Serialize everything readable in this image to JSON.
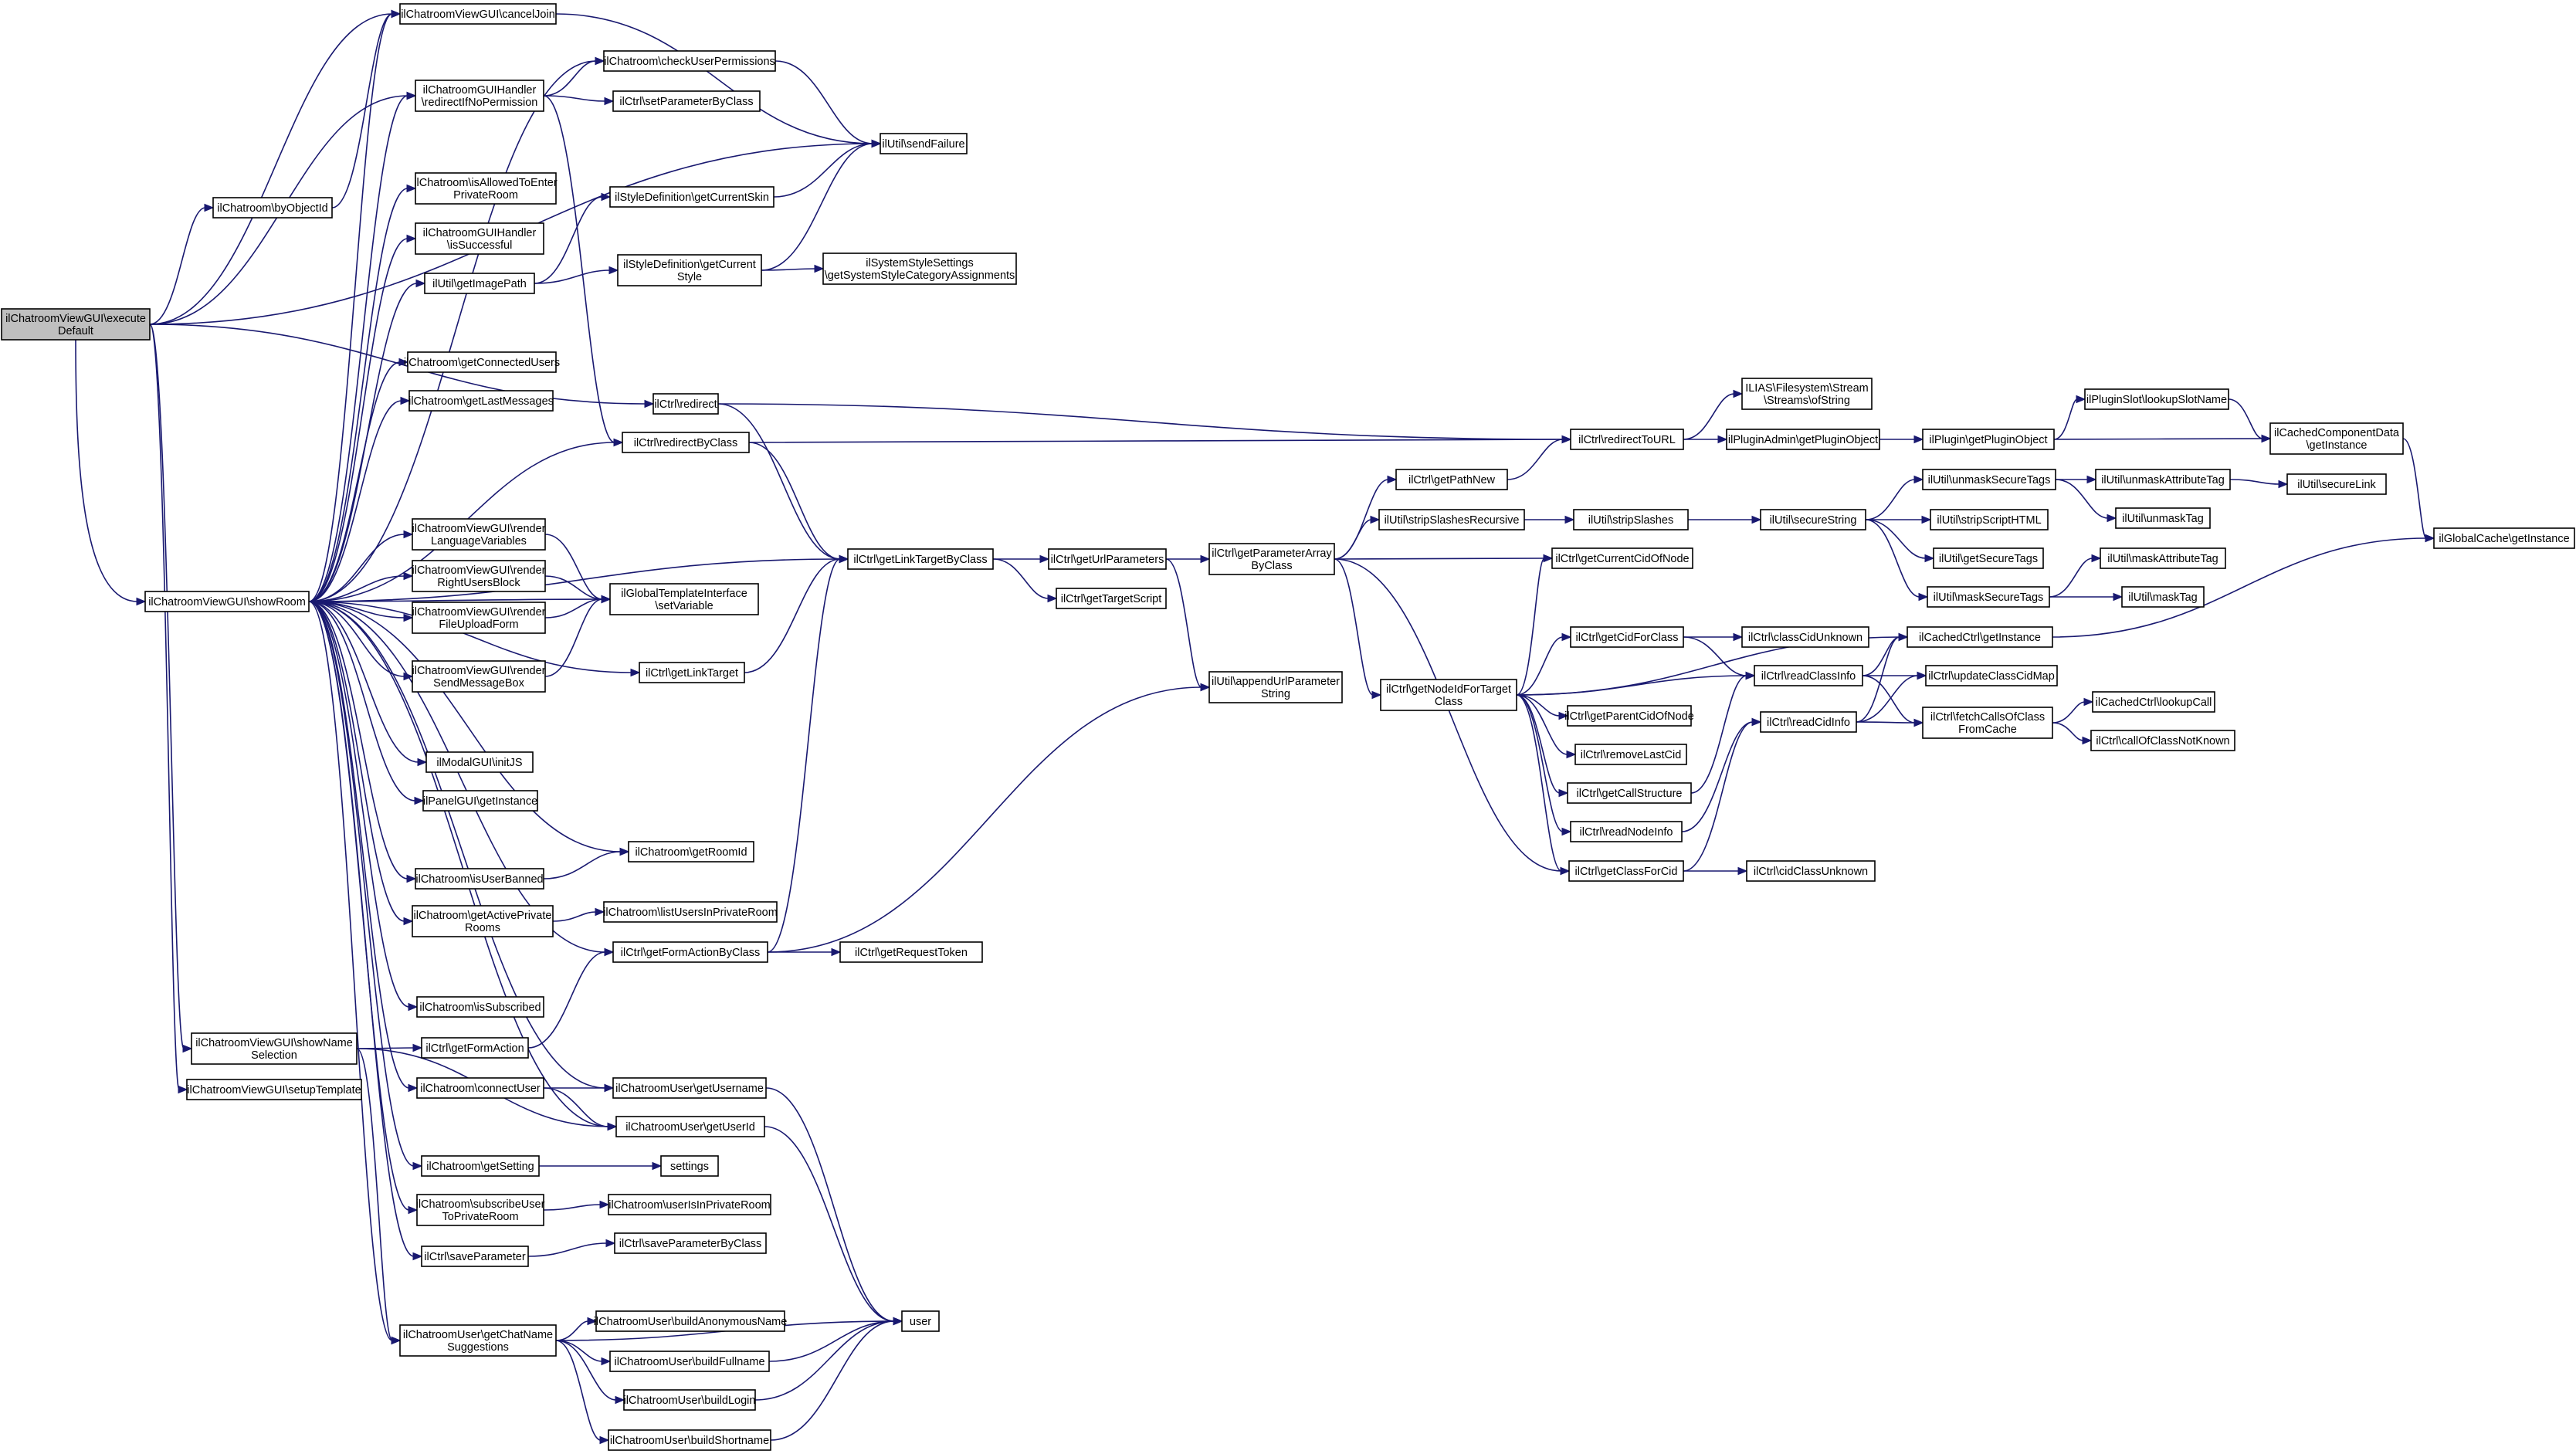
{
  "graph": {
    "title": "",
    "edge_color": "#191970",
    "node_fill": "#ffffff",
    "root_fill": "#bfbfbf",
    "nodes": [
      {
        "id": "exec",
        "label": "ilChatroomViewGUI\\execute\nDefault",
        "root": true
      },
      {
        "id": "byObjectId",
        "label": "ilChatroom\\byObjectId"
      },
      {
        "id": "cancelJoin",
        "label": "ilChatroomViewGUI\\cancelJoin"
      },
      {
        "id": "redirectIfNoPerm",
        "label": "ilChatroomGUIHandler\n\\redirectIfNoPermission"
      },
      {
        "id": "checkUserPerm",
        "label": "ilChatroom\\checkUserPermissions"
      },
      {
        "id": "setParamByClass",
        "label": "ilCtrl\\setParameterByClass"
      },
      {
        "id": "sendFailure",
        "label": "ilUtil\\sendFailure"
      },
      {
        "id": "isAllowedPriv",
        "label": "ilChatroom\\isAllowedToEnter\nPrivateRoom"
      },
      {
        "id": "getCurrentSkin",
        "label": "ilStyleDefinition\\getCurrentSkin"
      },
      {
        "id": "isSuccessful",
        "label": "ilChatroomGUIHandler\n\\isSuccessful"
      },
      {
        "id": "getImagePath",
        "label": "ilUtil\\getImagePath"
      },
      {
        "id": "getCurrentStyle",
        "label": "ilStyleDefinition\\getCurrent\nStyle"
      },
      {
        "id": "getSysStyleCat",
        "label": "ilSystemStyleSettings\n\\getSystemStyleCategoryAssignments"
      },
      {
        "id": "getConnectedUsers",
        "label": "ilChatroom\\getConnectedUsers"
      },
      {
        "id": "getLastMessages",
        "label": "ilChatroom\\getLastMessages"
      },
      {
        "id": "redirect",
        "label": "ilCtrl\\redirect"
      },
      {
        "id": "redirectByClass",
        "label": "ilCtrl\\redirectByClass"
      },
      {
        "id": "showRoom",
        "label": "ilChatroomViewGUI\\showRoom"
      },
      {
        "id": "renderLang",
        "label": "ilChatroomViewGUI\\render\nLanguageVariables"
      },
      {
        "id": "renderRight",
        "label": "ilChatroomViewGUI\\render\nRightUsersBlock"
      },
      {
        "id": "renderFile",
        "label": "ilChatroomViewGUI\\render\nFileUploadForm"
      },
      {
        "id": "renderSend",
        "label": "ilChatroomViewGUI\\render\nSendMessageBox"
      },
      {
        "id": "setVariable",
        "label": "ilGlobalTemplateInterface\n\\setVariable"
      },
      {
        "id": "getLinkTarget",
        "label": "ilCtrl\\getLinkTarget"
      },
      {
        "id": "getLinkTargetByClass",
        "label": "ilCtrl\\getLinkTargetByClass"
      },
      {
        "id": "getUrlParameters",
        "label": "ilCtrl\\getUrlParameters"
      },
      {
        "id": "getTargetScript",
        "label": "ilCtrl\\getTargetScript"
      },
      {
        "id": "getParamArrayByClass",
        "label": "ilCtrl\\getParameterArray\nByClass"
      },
      {
        "id": "appendUrlParam",
        "label": "ilUtil\\appendUrlParameter\nString"
      },
      {
        "id": "initJS",
        "label": "ilModalGUI\\initJS"
      },
      {
        "id": "panelGetInstance",
        "label": "ilPanelGUI\\getInstance"
      },
      {
        "id": "isUserBanned",
        "label": "ilChatroom\\isUserBanned"
      },
      {
        "id": "getRoomId",
        "label": "ilChatroom\\getRoomId"
      },
      {
        "id": "getActivePriv",
        "label": "ilChatroom\\getActivePrivate\nRooms"
      },
      {
        "id": "listUsersPriv",
        "label": "ilChatroom\\listUsersInPrivateRoom"
      },
      {
        "id": "getFormActionByClass",
        "label": "ilCtrl\\getFormActionByClass"
      },
      {
        "id": "getRequestToken",
        "label": "ilCtrl\\getRequestToken"
      },
      {
        "id": "isSubscribed",
        "label": "ilChatroom\\isSubscribed"
      },
      {
        "id": "showNameSel",
        "label": "ilChatroomViewGUI\\showName\nSelection"
      },
      {
        "id": "setupTemplate",
        "label": "ilChatroomViewGUI\\setupTemplate"
      },
      {
        "id": "getFormAction",
        "label": "ilCtrl\\getFormAction"
      },
      {
        "id": "connectUser",
        "label": "ilChatroom\\connectUser"
      },
      {
        "id": "getUsername",
        "label": "ilChatroomUser\\getUsername"
      },
      {
        "id": "getUserId",
        "label": "ilChatroomUser\\getUserId"
      },
      {
        "id": "getSetting",
        "label": "ilChatroom\\getSetting"
      },
      {
        "id": "settings",
        "label": "settings"
      },
      {
        "id": "subscribeUserPriv",
        "label": "ilChatroom\\subscribeUser\nToPrivateRoom"
      },
      {
        "id": "userIsInPriv",
        "label": "ilChatroom\\userIsInPrivateRoom"
      },
      {
        "id": "saveParameter",
        "label": "ilCtrl\\saveParameter"
      },
      {
        "id": "saveParamByClass",
        "label": "ilCtrl\\saveParameterByClass"
      },
      {
        "id": "getChatNameSugg",
        "label": "ilChatroomUser\\getChatName\nSuggestions"
      },
      {
        "id": "buildAnon",
        "label": "ilChatroomUser\\buildAnonymousName"
      },
      {
        "id": "buildFullname",
        "label": "ilChatroomUser\\buildFullname"
      },
      {
        "id": "buildLogin",
        "label": "ilChatroomUser\\buildLogin"
      },
      {
        "id": "buildShortname",
        "label": "ilChatroomUser\\buildShortname"
      },
      {
        "id": "user",
        "label": "user"
      },
      {
        "id": "fsStream",
        "label": "ILIAS\\Filesystem\\Stream\n\\Streams\\ofString"
      },
      {
        "id": "redirectToURL",
        "label": "ilCtrl\\redirectToURL"
      },
      {
        "id": "getPluginObjAdmin",
        "label": "ilPluginAdmin\\getPluginObject"
      },
      {
        "id": "getPluginObj",
        "label": "ilPlugin\\getPluginObject"
      },
      {
        "id": "lookupSlotName",
        "label": "ilPluginSlot\\lookupSlotName"
      },
      {
        "id": "cachedCompGetInst",
        "label": "ilCachedComponentData\n\\getInstance"
      },
      {
        "id": "globalCacheGetInst",
        "label": "ilGlobalCache\\getInstance"
      },
      {
        "id": "getPathNew",
        "label": "ilCtrl\\getPathNew"
      },
      {
        "id": "stripSlashesRec",
        "label": "ilUtil\\stripSlashesRecursive"
      },
      {
        "id": "stripSlashes",
        "label": "ilUtil\\stripSlashes"
      },
      {
        "id": "secureString",
        "label": "ilUtil\\secureString"
      },
      {
        "id": "unmaskSecureTags",
        "label": "ilUtil\\unmaskSecureTags"
      },
      {
        "id": "unmaskAttrTag",
        "label": "ilUtil\\unmaskAttributeTag"
      },
      {
        "id": "secureLink",
        "label": "ilUtil\\secureLink"
      },
      {
        "id": "unmaskTag",
        "label": "ilUtil\\unmaskTag"
      },
      {
        "id": "stripScriptHTML",
        "label": "ilUtil\\stripScriptHTML"
      },
      {
        "id": "getSecureTags",
        "label": "ilUtil\\getSecureTags"
      },
      {
        "id": "maskSecureTags",
        "label": "ilUtil\\maskSecureTags"
      },
      {
        "id": "maskAttrTag",
        "label": "ilUtil\\maskAttributeTag"
      },
      {
        "id": "maskTag",
        "label": "ilUtil\\maskTag"
      },
      {
        "id": "getCurrentCidOfNode",
        "label": "ilCtrl\\getCurrentCidOfNode"
      },
      {
        "id": "getNodeIdForTarget",
        "label": "ilCtrl\\getNodeIdForTarget\nClass"
      },
      {
        "id": "getCidForClass",
        "label": "ilCtrl\\getCidForClass"
      },
      {
        "id": "classCidUnknown",
        "label": "ilCtrl\\classCidUnknown"
      },
      {
        "id": "cachedCtrlGetInst",
        "label": "ilCachedCtrl\\getInstance"
      },
      {
        "id": "readClassInfo",
        "label": "ilCtrl\\readClassInfo"
      },
      {
        "id": "updateClassCidMap",
        "label": "ilCtrl\\updateClassCidMap"
      },
      {
        "id": "getParentCidOfNode",
        "label": "ilCtrl\\getParentCidOfNode"
      },
      {
        "id": "readCidInfo",
        "label": "ilCtrl\\readCidInfo"
      },
      {
        "id": "fetchCallsOfClass",
        "label": "ilCtrl\\fetchCallsOfClass\nFromCache"
      },
      {
        "id": "lookupCall",
        "label": "ilCachedCtrl\\lookupCall"
      },
      {
        "id": "callOfClassNotKnown",
        "label": "ilCtrl\\callOfClassNotKnown"
      },
      {
        "id": "removeLastCid",
        "label": "ilCtrl\\removeLastCid"
      },
      {
        "id": "getCallStructure",
        "label": "ilCtrl\\getCallStructure"
      },
      {
        "id": "readNodeInfo",
        "label": "ilCtrl\\readNodeInfo"
      },
      {
        "id": "getClassForCid",
        "label": "ilCtrl\\getClassForCid"
      },
      {
        "id": "cidClassUnknown",
        "label": "ilCtrl\\cidClassUnknown"
      }
    ],
    "edges": [
      [
        "exec",
        "byObjectId"
      ],
      [
        "exec",
        "cancelJoin"
      ],
      [
        "exec",
        "redirectIfNoPerm"
      ],
      [
        "exec",
        "sendFailure"
      ],
      [
        "exec",
        "redirect"
      ],
      [
        "exec",
        "showRoom"
      ],
      [
        "exec",
        "showNameSel"
      ],
      [
        "exec",
        "setupTemplate"
      ],
      [
        "byObjectId",
        "cancelJoin"
      ],
      [
        "cancelJoin",
        "sendFailure"
      ],
      [
        "redirectIfNoPerm",
        "checkUserPerm"
      ],
      [
        "redirectIfNoPerm",
        "setParamByClass"
      ],
      [
        "redirectIfNoPerm",
        "redirectByClass"
      ],
      [
        "checkUserPerm",
        "sendFailure"
      ],
      [
        "getImagePath",
        "getCurrentSkin"
      ],
      [
        "getImagePath",
        "getCurrentStyle"
      ],
      [
        "getCurrentSkin",
        "sendFailure"
      ],
      [
        "getCurrentStyle",
        "sendFailure"
      ],
      [
        "getCurrentStyle",
        "getSysStyleCat"
      ],
      [
        "redirect",
        "getLinkTargetByClass"
      ],
      [
        "redirect",
        "redirectToURL"
      ],
      [
        "redirectByClass",
        "getLinkTargetByClass"
      ],
      [
        "redirectByClass",
        "redirectToURL"
      ],
      [
        "showRoom",
        "cancelJoin"
      ],
      [
        "showRoom",
        "redirectIfNoPerm"
      ],
      [
        "showRoom",
        "checkUserPerm"
      ],
      [
        "showRoom",
        "isAllowedPriv"
      ],
      [
        "showRoom",
        "isSuccessful"
      ],
      [
        "showRoom",
        "getImagePath"
      ],
      [
        "showRoom",
        "getConnectedUsers"
      ],
      [
        "showRoom",
        "getLastMessages"
      ],
      [
        "showRoom",
        "redirectByClass"
      ],
      [
        "showRoom",
        "renderLang"
      ],
      [
        "showRoom",
        "renderRight"
      ],
      [
        "showRoom",
        "renderFile"
      ],
      [
        "showRoom",
        "renderSend"
      ],
      [
        "showRoom",
        "setVariable"
      ],
      [
        "showRoom",
        "getLinkTarget"
      ],
      [
        "showRoom",
        "getLinkTargetByClass"
      ],
      [
        "showRoom",
        "initJS"
      ],
      [
        "showRoom",
        "panelGetInstance"
      ],
      [
        "showRoom",
        "isUserBanned"
      ],
      [
        "showRoom",
        "getRoomId"
      ],
      [
        "showRoom",
        "getActivePriv"
      ],
      [
        "showRoom",
        "getFormActionByClass"
      ],
      [
        "showRoom",
        "isSubscribed"
      ],
      [
        "showRoom",
        "connectUser"
      ],
      [
        "showRoom",
        "getUsername"
      ],
      [
        "showRoom",
        "getUserId"
      ],
      [
        "showRoom",
        "getSetting"
      ],
      [
        "showRoom",
        "subscribeUserPriv"
      ],
      [
        "showRoom",
        "saveParameter"
      ],
      [
        "showRoom",
        "getChatNameSugg"
      ],
      [
        "renderLang",
        "setVariable"
      ],
      [
        "renderRight",
        "setVariable"
      ],
      [
        "renderFile",
        "setVariable"
      ],
      [
        "renderSend",
        "setVariable"
      ],
      [
        "getLinkTarget",
        "getLinkTargetByClass"
      ],
      [
        "getLinkTargetByClass",
        "getUrlParameters"
      ],
      [
        "getLinkTargetByClass",
        "getTargetScript"
      ],
      [
        "getUrlParameters",
        "getParamArrayByClass"
      ],
      [
        "getUrlParameters",
        "appendUrlParam"
      ],
      [
        "isUserBanned",
        "getRoomId"
      ],
      [
        "getActivePriv",
        "listUsersPriv"
      ],
      [
        "getFormActionByClass",
        "getLinkTargetByClass"
      ],
      [
        "getFormActionByClass",
        "appendUrlParam"
      ],
      [
        "getFormActionByClass",
        "getRequestToken"
      ],
      [
        "showNameSel",
        "getFormAction"
      ],
      [
        "showNameSel",
        "getUserId"
      ],
      [
        "showNameSel",
        "getChatNameSugg"
      ],
      [
        "getFormAction",
        "getFormActionByClass"
      ],
      [
        "connectUser",
        "getUsername"
      ],
      [
        "connectUser",
        "getUserId"
      ],
      [
        "getUsername",
        "user"
      ],
      [
        "getUserId",
        "user"
      ],
      [
        "getSetting",
        "settings"
      ],
      [
        "subscribeUserPriv",
        "userIsInPriv"
      ],
      [
        "saveParameter",
        "saveParamByClass"
      ],
      [
        "getChatNameSugg",
        "user"
      ],
      [
        "getChatNameSugg",
        "buildAnon"
      ],
      [
        "getChatNameSugg",
        "buildFullname"
      ],
      [
        "getChatNameSugg",
        "buildLogin"
      ],
      [
        "getChatNameSugg",
        "buildShortname"
      ],
      [
        "buildFullname",
        "user"
      ],
      [
        "buildLogin",
        "user"
      ],
      [
        "buildShortname",
        "user"
      ],
      [
        "redirectToURL",
        "fsStream"
      ],
      [
        "redirectToURL",
        "getPluginObjAdmin"
      ],
      [
        "getPluginObjAdmin",
        "getPluginObj"
      ],
      [
        "getPluginObj",
        "lookupSlotName"
      ],
      [
        "getPluginObj",
        "cachedCompGetInst"
      ],
      [
        "lookupSlotName",
        "cachedCompGetInst"
      ],
      [
        "cachedCompGetInst",
        "globalCacheGetInst"
      ],
      [
        "getParamArrayByClass",
        "getPathNew"
      ],
      [
        "getParamArrayByClass",
        "stripSlashesRec"
      ],
      [
        "getParamArrayByClass",
        "getCurrentCidOfNode"
      ],
      [
        "getParamArrayByClass",
        "getNodeIdForTarget"
      ],
      [
        "getParamArrayByClass",
        "getClassForCid"
      ],
      [
        "getPathNew",
        "redirectToURL"
      ],
      [
        "stripSlashesRec",
        "stripSlashes"
      ],
      [
        "stripSlashes",
        "secureString"
      ],
      [
        "secureString",
        "unmaskSecureTags"
      ],
      [
        "secureString",
        "stripScriptHTML"
      ],
      [
        "secureString",
        "getSecureTags"
      ],
      [
        "secureString",
        "maskSecureTags"
      ],
      [
        "unmaskSecureTags",
        "unmaskAttrTag"
      ],
      [
        "unmaskSecureTags",
        "unmaskTag"
      ],
      [
        "unmaskAttrTag",
        "secureLink"
      ],
      [
        "maskSecureTags",
        "maskAttrTag"
      ],
      [
        "maskSecureTags",
        "maskTag"
      ],
      [
        "getNodeIdForTarget",
        "getCurrentCidOfNode"
      ],
      [
        "getNodeIdForTarget",
        "cachedCtrlGetInst"
      ],
      [
        "getNodeIdForTarget",
        "getCidForClass"
      ],
      [
        "getNodeIdForTarget",
        "readClassInfo"
      ],
      [
        "getNodeIdForTarget",
        "getParentCidOfNode"
      ],
      [
        "getNodeIdForTarget",
        "removeLastCid"
      ],
      [
        "getNodeIdForTarget",
        "getCallStructure"
      ],
      [
        "getNodeIdForTarget",
        "readNodeInfo"
      ],
      [
        "getNodeIdForTarget",
        "getClassForCid"
      ],
      [
        "getCidForClass",
        "classCidUnknown"
      ],
      [
        "getCidForClass",
        "readClassInfo"
      ],
      [
        "readClassInfo",
        "cachedCtrlGetInst"
      ],
      [
        "readClassInfo",
        "updateClassCidMap"
      ],
      [
        "readClassInfo",
        "fetchCallsOfClass"
      ],
      [
        "cachedCtrlGetInst",
        "globalCacheGetInst"
      ],
      [
        "readCidInfo",
        "cachedCtrlGetInst"
      ],
      [
        "readCidInfo",
        "updateClassCidMap"
      ],
      [
        "readCidInfo",
        "fetchCallsOfClass"
      ],
      [
        "fetchCallsOfClass",
        "lookupCall"
      ],
      [
        "fetchCallsOfClass",
        "callOfClassNotKnown"
      ],
      [
        "getCallStructure",
        "readClassInfo"
      ],
      [
        "readNodeInfo",
        "readCidInfo"
      ],
      [
        "getClassForCid",
        "readCidInfo"
      ],
      [
        "getClassForCid",
        "cidClassUnknown"
      ]
    ]
  }
}
